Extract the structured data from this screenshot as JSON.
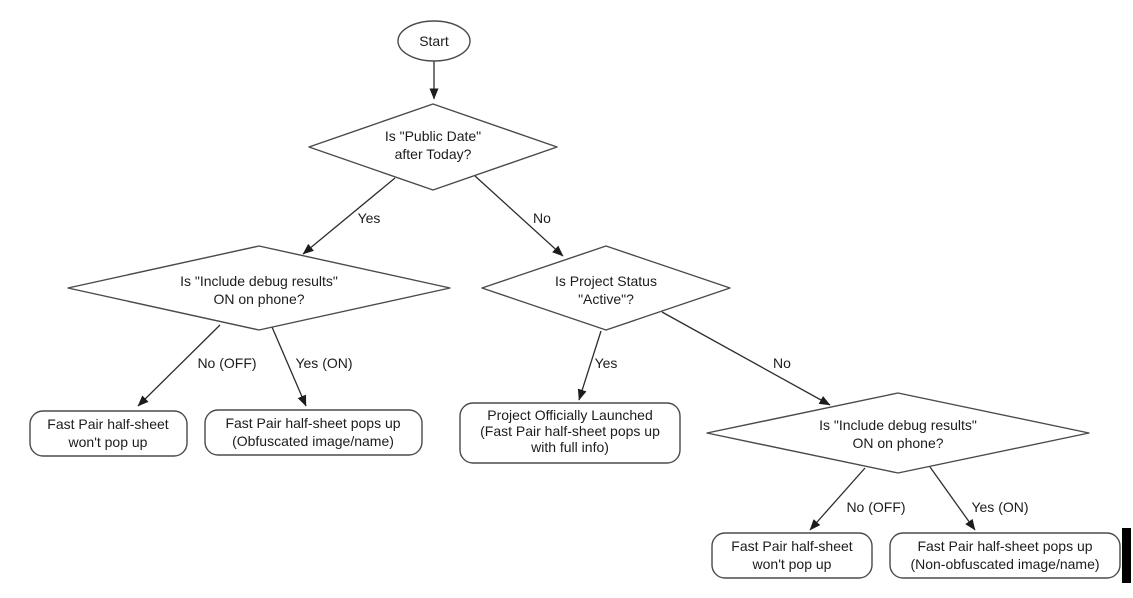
{
  "nodes": {
    "start": {
      "label": "Start"
    },
    "public_date": {
      "line1": "Is \"Public Date\"",
      "line2": "after Today?"
    },
    "debug_left": {
      "line1": "Is \"Include debug results\"",
      "line2": "ON on phone?"
    },
    "project_status": {
      "line1": "Is Project Status",
      "line2": "\"Active\"?"
    },
    "debug_right": {
      "line1": "Is \"Include debug results\"",
      "line2": "ON on phone?"
    },
    "no_popup_left": {
      "line1": "Fast Pair half-sheet",
      "line2": "won't pop up"
    },
    "obfuscated": {
      "line1": "Fast Pair half-sheet pops up",
      "line2": "(Obfuscated image/name)"
    },
    "launched": {
      "line1": "Project Officially Launched",
      "line2": "(Fast Pair half-sheet pops up",
      "line3": "with full info)"
    },
    "no_popup_right": {
      "line1": "Fast Pair half-sheet",
      "line2": "won't pop up"
    },
    "non_obfuscated": {
      "line1": "Fast Pair half-sheet pops up",
      "line2": "(Non-obfuscated image/name)"
    }
  },
  "edge_labels": {
    "public_date_yes": "Yes",
    "public_date_no": "No",
    "debug_left_no": "No (OFF)",
    "debug_left_yes": "Yes (ON)",
    "project_status_yes": "Yes",
    "project_status_no": "No",
    "debug_right_no": "No (OFF)",
    "debug_right_yes": "Yes (ON)"
  },
  "colors": {
    "node_border": "#4a4a4a",
    "edge_stroke": "#2d2d2d",
    "text": "#1c1c1c",
    "background": "#ffffff"
  }
}
